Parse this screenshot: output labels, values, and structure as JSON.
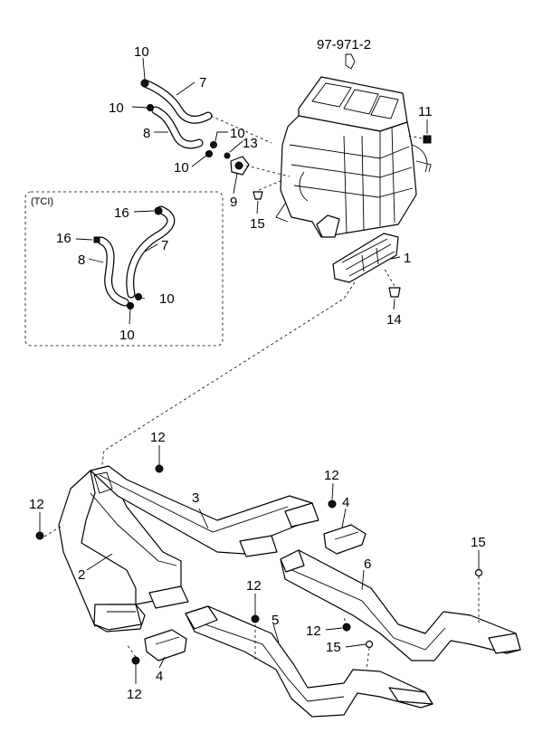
{
  "reference_code": "97-971-2",
  "inset_label": "(TCI)",
  "callouts": [
    {
      "id": "c-10a",
      "label": "10"
    },
    {
      "id": "c-7a",
      "label": "7"
    },
    {
      "id": "c-10b",
      "label": "10"
    },
    {
      "id": "c-8a",
      "label": "8"
    },
    {
      "id": "c-10c",
      "label": "10"
    },
    {
      "id": "c-13",
      "label": "13"
    },
    {
      "id": "c-10d",
      "label": "10"
    },
    {
      "id": "c-9",
      "label": "9"
    },
    {
      "id": "c-15a",
      "label": "15"
    },
    {
      "id": "c-11",
      "label": "11"
    },
    {
      "id": "c-1",
      "label": "1"
    },
    {
      "id": "c-14",
      "label": "14"
    },
    {
      "id": "c-16a",
      "label": "16"
    },
    {
      "id": "c-16b",
      "label": "16"
    },
    {
      "id": "c-7b",
      "label": "7"
    },
    {
      "id": "c-8b",
      "label": "8"
    },
    {
      "id": "c-10e",
      "label": "10"
    },
    {
      "id": "c-10f",
      "label": "10"
    },
    {
      "id": "c-12a",
      "label": "12"
    },
    {
      "id": "c-12b",
      "label": "12"
    },
    {
      "id": "c-12c",
      "label": "12"
    },
    {
      "id": "c-3",
      "label": "3"
    },
    {
      "id": "c-4a",
      "label": "4"
    },
    {
      "id": "c-2",
      "label": "2"
    },
    {
      "id": "c-6",
      "label": "6"
    },
    {
      "id": "c-15b",
      "label": "15"
    },
    {
      "id": "c-12d",
      "label": "12"
    },
    {
      "id": "c-5",
      "label": "5"
    },
    {
      "id": "c-12e",
      "label": "12"
    },
    {
      "id": "c-15c",
      "label": "15"
    },
    {
      "id": "c-4b",
      "label": "4"
    },
    {
      "id": "c-12f",
      "label": "12"
    }
  ]
}
